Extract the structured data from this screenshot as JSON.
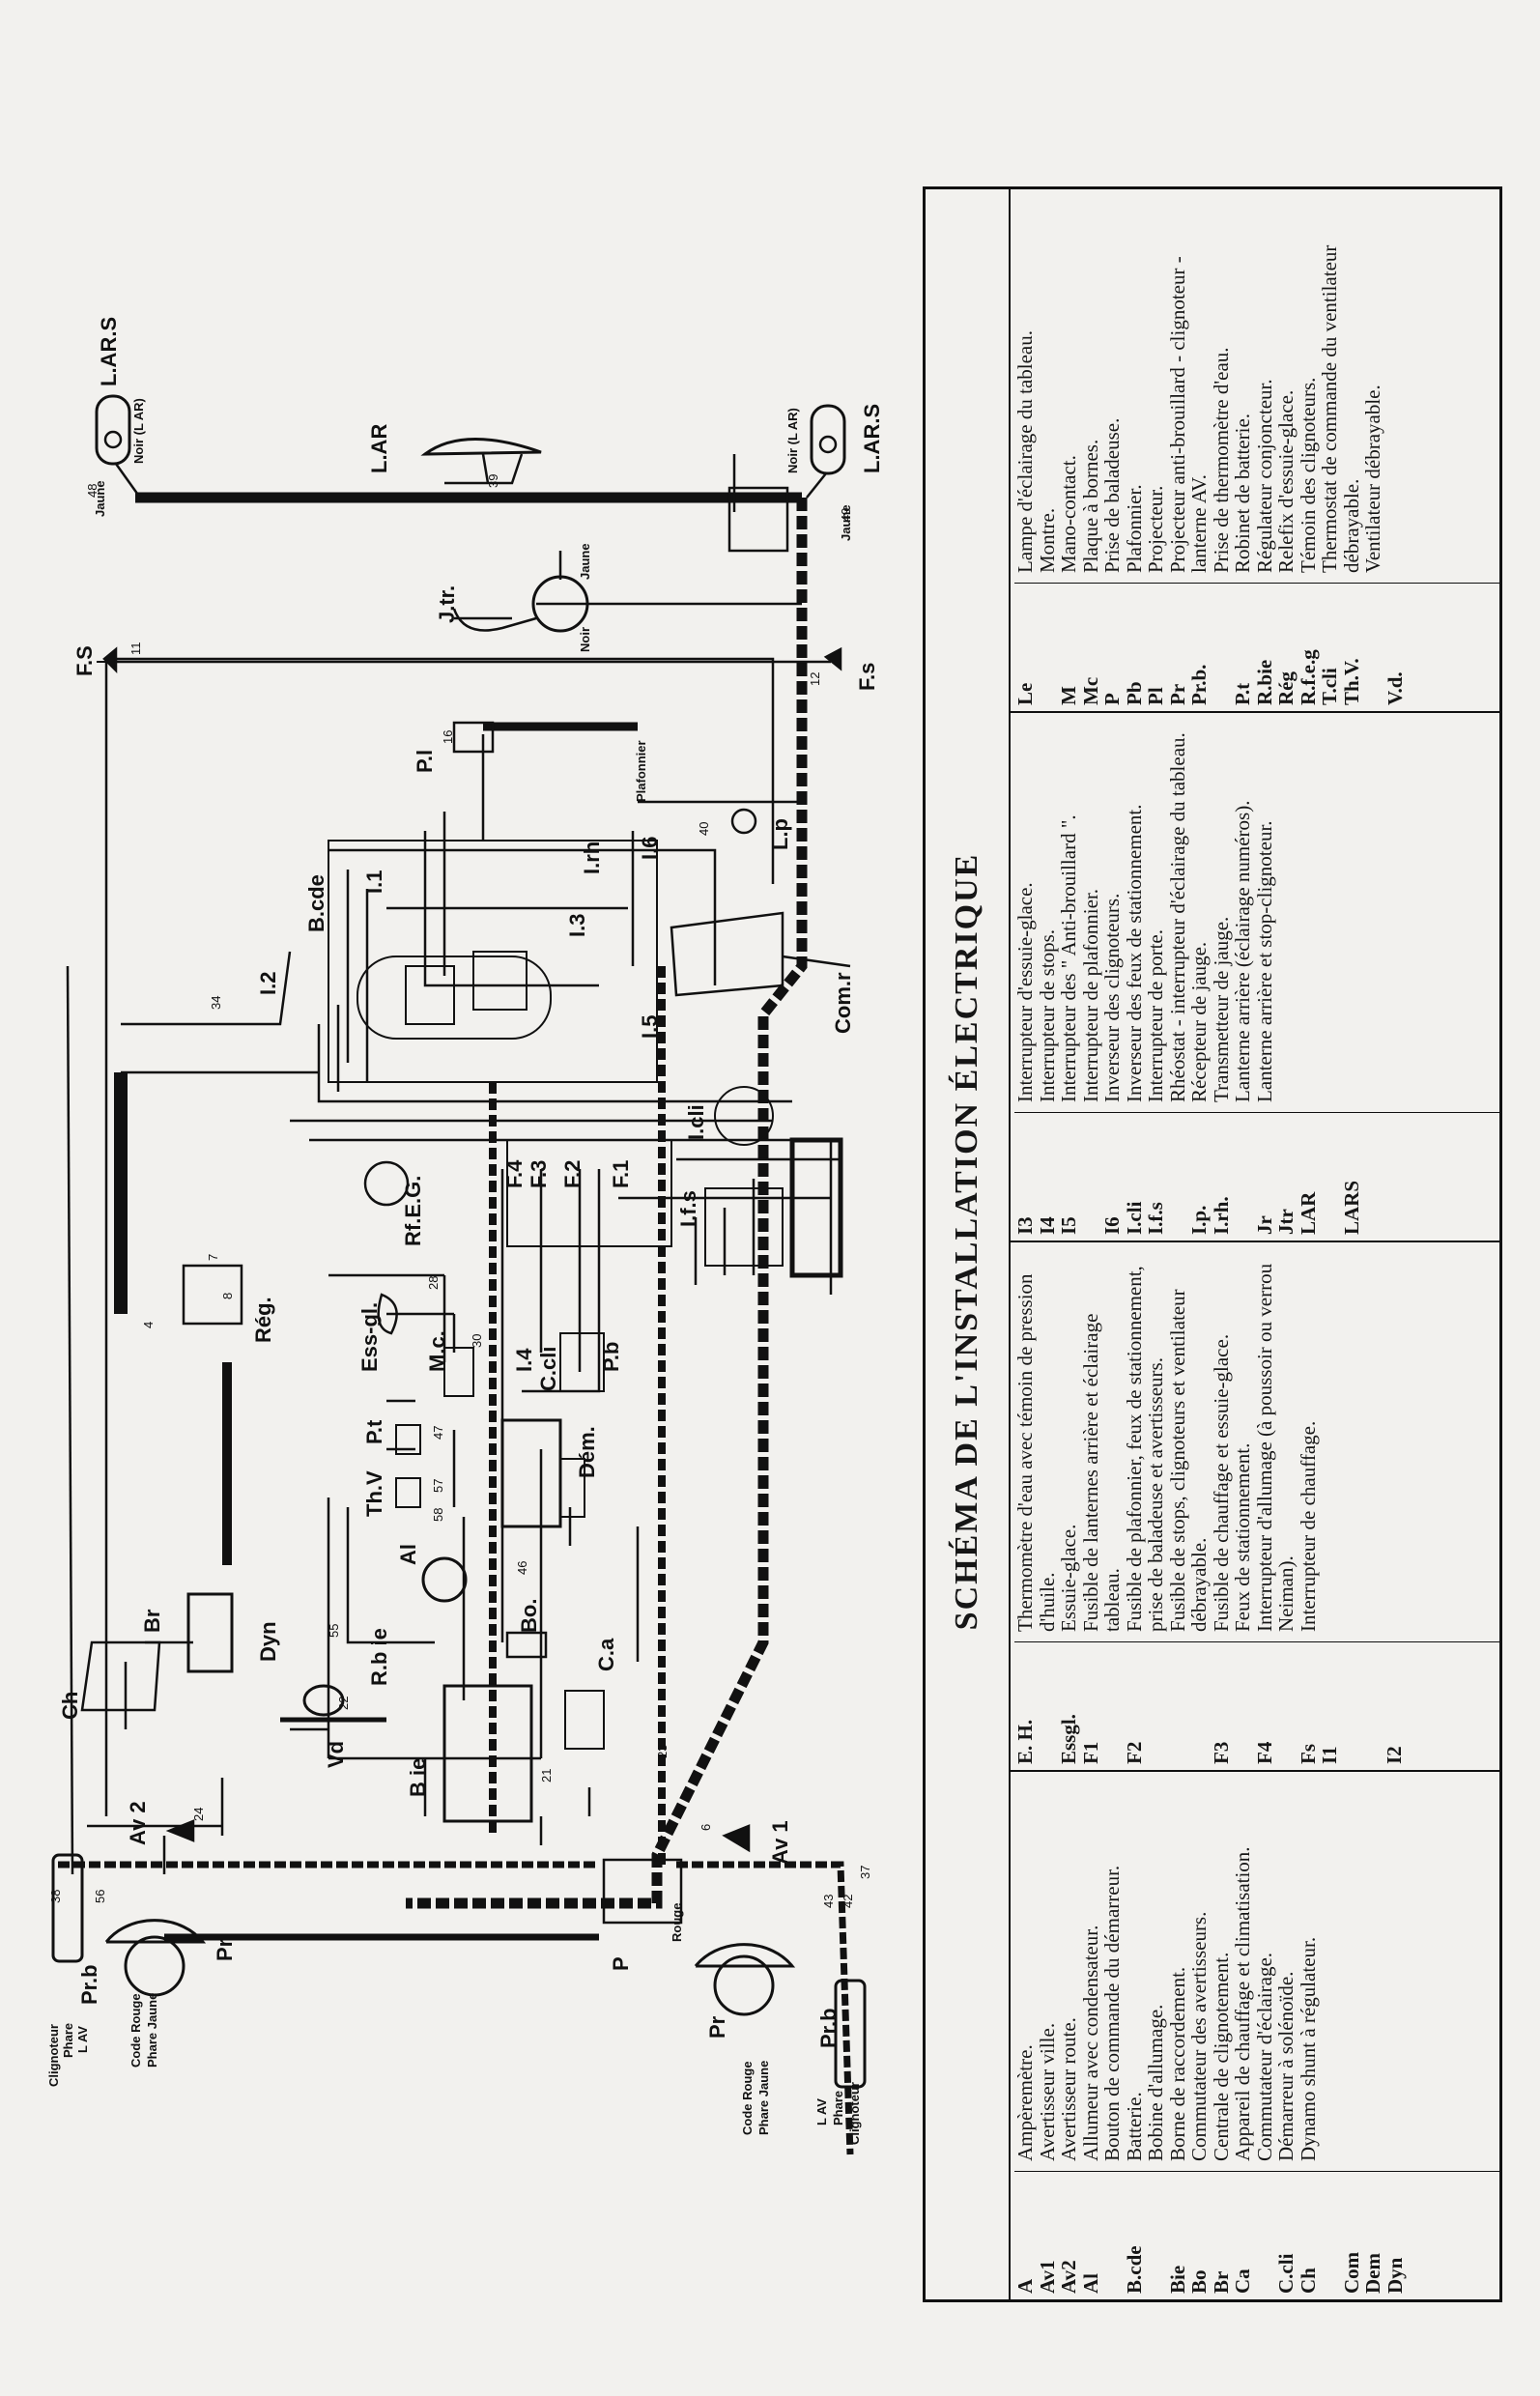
{
  "title": "SCHÉMA DE L'INSTALLATION ÉLECTRIQUE",
  "legend": [
    {
      "abbr": "A",
      "desc": "Ampèremètre."
    },
    {
      "abbr": "Av1",
      "desc": "Avertisseur ville."
    },
    {
      "abbr": "Av2",
      "desc": "Avertisseur route."
    },
    {
      "abbr": "Al",
      "desc": "Allumeur avec condensateur."
    },
    {
      "abbr": "B.cde",
      "desc": "Bouton de commande du démarreur."
    },
    {
      "abbr": "Bie",
      "desc": "Batterie."
    },
    {
      "abbr": "Bo",
      "desc": "Bobine d'allumage."
    },
    {
      "abbr": "Br",
      "desc": "Borne de raccordement."
    },
    {
      "abbr": "Ca",
      "desc": "Commutateur des avertisseurs."
    },
    {
      "abbr": "C.cli",
      "desc": "Centrale de clignotement."
    },
    {
      "abbr": "Ch",
      "desc": "Appareil de chauffage et climatisation."
    },
    {
      "abbr": "Com",
      "desc": "Commutateur d'éclairage."
    },
    {
      "abbr": "Dem",
      "desc": "Démarreur à solénoïde."
    },
    {
      "abbr": "Dyn",
      "desc": "Dynamo shunt à régulateur."
    },
    {
      "abbr": "E. H.",
      "desc": "Thermomètre d'eau avec témoin de pression d'huile."
    },
    {
      "abbr": "Essgl.",
      "desc": "Essuie-glace."
    },
    {
      "abbr": "F1",
      "desc": "Fusible de lanternes arrière et éclairage tableau."
    },
    {
      "abbr": "F2",
      "desc": "Fusible de plafonnier, feux de stationnement, prise de baladeuse et avertisseurs."
    },
    {
      "abbr": "F3",
      "desc": "Fusible de stops, clignoteurs et ventilateur débrayable."
    },
    {
      "abbr": "F4",
      "desc": "Fusible de chauffage et essuie-glace."
    },
    {
      "abbr": "Fs",
      "desc": "Feux de stationnement."
    },
    {
      "abbr": "I1",
      "desc": "Interrupteur d'allumage (à poussoir ou verrou Neiman)."
    },
    {
      "abbr": "I2",
      "desc": "Interrupteur de chauffage."
    },
    {
      "abbr": "I3",
      "desc": "Interrupteur d'essuie-glace."
    },
    {
      "abbr": "I4",
      "desc": "Interrupteur de stops."
    },
    {
      "abbr": "I5",
      "desc": "Interrupteur des \" Anti-brouillard \"."
    },
    {
      "abbr": "I6",
      "desc": "Interrupteur de plafonnier."
    },
    {
      "abbr": "I.cli",
      "desc": "Inverseur des clignoteurs."
    },
    {
      "abbr": "I.f.s",
      "desc": "Inverseur des feux de stationnement."
    },
    {
      "abbr": "I.p.",
      "desc": "Interrupteur de porte."
    },
    {
      "abbr": "I.rh.",
      "desc": "Rhéostat - interrupteur d'éclairage du tableau."
    },
    {
      "abbr": "Jr",
      "desc": "Récepteur de jauge."
    },
    {
      "abbr": "Jtr",
      "desc": "Transmetteur de jauge."
    },
    {
      "abbr": "LAR",
      "desc": "Lanterne arrière (éclairage numéros)."
    },
    {
      "abbr": "LARS",
      "desc": "Lanterne arrière et stop-clignoteur."
    },
    {
      "abbr": "Le",
      "desc": "Lampe d'éclairage du tableau."
    },
    {
      "abbr": "M",
      "desc": "Montre."
    },
    {
      "abbr": "Mc",
      "desc": "Mano-contact."
    },
    {
      "abbr": "P",
      "desc": "Plaque à bornes."
    },
    {
      "abbr": "Pb",
      "desc": "Prise de baladeuse."
    },
    {
      "abbr": "Pl",
      "desc": "Plafonnier."
    },
    {
      "abbr": "Pr",
      "desc": "Projecteur."
    },
    {
      "abbr": "Pr.b.",
      "desc": "Projecteur anti-brouillard - clignoteur - lanterne AV."
    },
    {
      "abbr": "P.t",
      "desc": "Prise de thermomètre d'eau."
    },
    {
      "abbr": "R.bie",
      "desc": "Robinet de batterie."
    },
    {
      "abbr": "Rég",
      "desc": "Régulateur conjoncteur."
    },
    {
      "abbr": "R.f.e.g",
      "desc": "Relefix d'essuie-glace."
    },
    {
      "abbr": "T.cli",
      "desc": "Témoin des clignoteurs."
    },
    {
      "abbr": "Th.V.",
      "desc": "Thermostat de commande du ventilateur débrayable."
    },
    {
      "abbr": "V.d.",
      "desc": "Ventilateur débrayable."
    }
  ],
  "diagram_labels": {
    "lars_left": "L.AR.S",
    "lars_right": "L.AR.S",
    "lar": "L.AR",
    "fs_left": "F.S",
    "fs_right": "F.s",
    "jtr": "J.tr.",
    "pl": "P.l",
    "lp": "L.p",
    "bcde": "B.cde",
    "i1": "I.1",
    "i2": "I.2",
    "i3": "I.3",
    "i5": "I.5",
    "i6": "I.6",
    "irh": "I.rh",
    "com": "Com.r",
    "rfeg": "Rf.E.G.",
    "f4": "F.4",
    "f3": "F.3",
    "f2": "F.2",
    "f1": "F.1",
    "icli": "I.cli",
    "ifs": "I.f.s",
    "reg": "Rég.",
    "essgl": "Ess-gl.",
    "mc": "M.c.",
    "i4": "I.4",
    "ccli": "C.cli",
    "pb": "P.b",
    "dem": "Dém.",
    "pt": "P.t",
    "thv": "Th.V",
    "al": "Al",
    "dyn": "Dyn",
    "br": "Br",
    "ch": "Ch",
    "rbie": "R.b ie",
    "bo": "Bo.",
    "ca": "C.a",
    "bie": "B ie",
    "vd": "Vd",
    "av2": "Av 2",
    "av1": "Av 1",
    "p_plate": "P",
    "pr_left": "Pr",
    "prb_left": "Pr.b",
    "pr_right": "Pr",
    "prb_right": "Pr.b",
    "clign_l": "Clignoteur",
    "phare_l": "Phare",
    "lav_l": "L AV",
    "code_rouge": "Code Rouge",
    "phare_jaune": "Phare Jaune",
    "lav_r": "L AV",
    "phare_r": "Phare",
    "clign_r": "Clignoteur",
    "noir_lar": "Noir (L AR)",
    "jaune": "Jaune",
    "noir": "Noir",
    "rouge": "Rouge",
    "plafonnier": "Plafonnier",
    "n48": "48",
    "n49": "49",
    "n39": "39",
    "n11": "11",
    "n12": "12",
    "n16": "16",
    "n40": "40",
    "n34": "34",
    "n55": "55",
    "n22": "22",
    "n21": "21",
    "n24": "24",
    "n56": "56",
    "n38": "38",
    "n6": "6",
    "n37": "37",
    "n42": "42",
    "n43": "43",
    "n23": "23",
    "n46": "46",
    "n47": "47",
    "n57": "57",
    "n58": "58",
    "n28": "28",
    "n30": "30",
    "n7": "7",
    "n8": "8",
    "n4": "4"
  }
}
